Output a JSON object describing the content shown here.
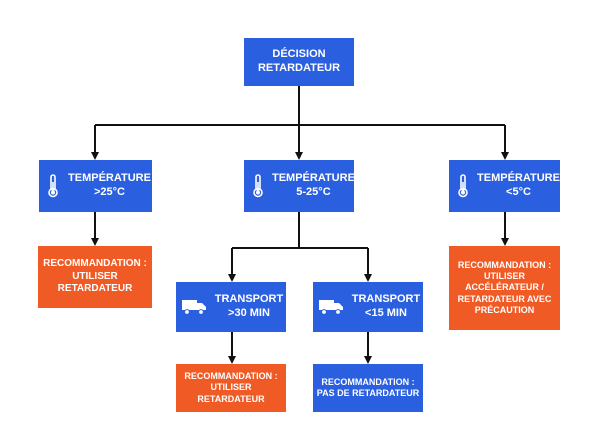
{
  "diagram": {
    "colors": {
      "decision": "#2a5fe0",
      "recommendation": "#f05a24",
      "connector": "#111111",
      "text": "#ffffff"
    },
    "root": {
      "label": "DÉCISION\nRETARDATEUR"
    },
    "temp_high": {
      "label": "TEMPÉRATURE\n>25°C",
      "icon": "thermometer-icon"
    },
    "temp_mid": {
      "label": "TEMPÉRATURE\n5-25°C",
      "icon": "thermometer-icon"
    },
    "temp_low": {
      "label": "TEMPÉRATURE\n<5°C",
      "icon": "thermometer-icon"
    },
    "rec_high": {
      "label": "RECOMMANDATION :\nUTILISER\nRETARDATEUR"
    },
    "transport_long": {
      "label": "TRANSPORT\n>30 MIN",
      "icon": "truck-icon"
    },
    "transport_short": {
      "label": "TRANSPORT\n<15 MIN",
      "icon": "truck-icon"
    },
    "rec_long": {
      "label": "RECOMMANDATION :\nUTILISER RETARDATEUR"
    },
    "rec_short": {
      "label": "RECOMMANDATION :\nPAS DE RETARDATEUR"
    },
    "rec_low": {
      "label": "RECOMMANDATION :\nUTILISER\nACCÉLÉRATEUR /\nRETARDATEUR AVEC\nPRÉCAUTION"
    }
  }
}
